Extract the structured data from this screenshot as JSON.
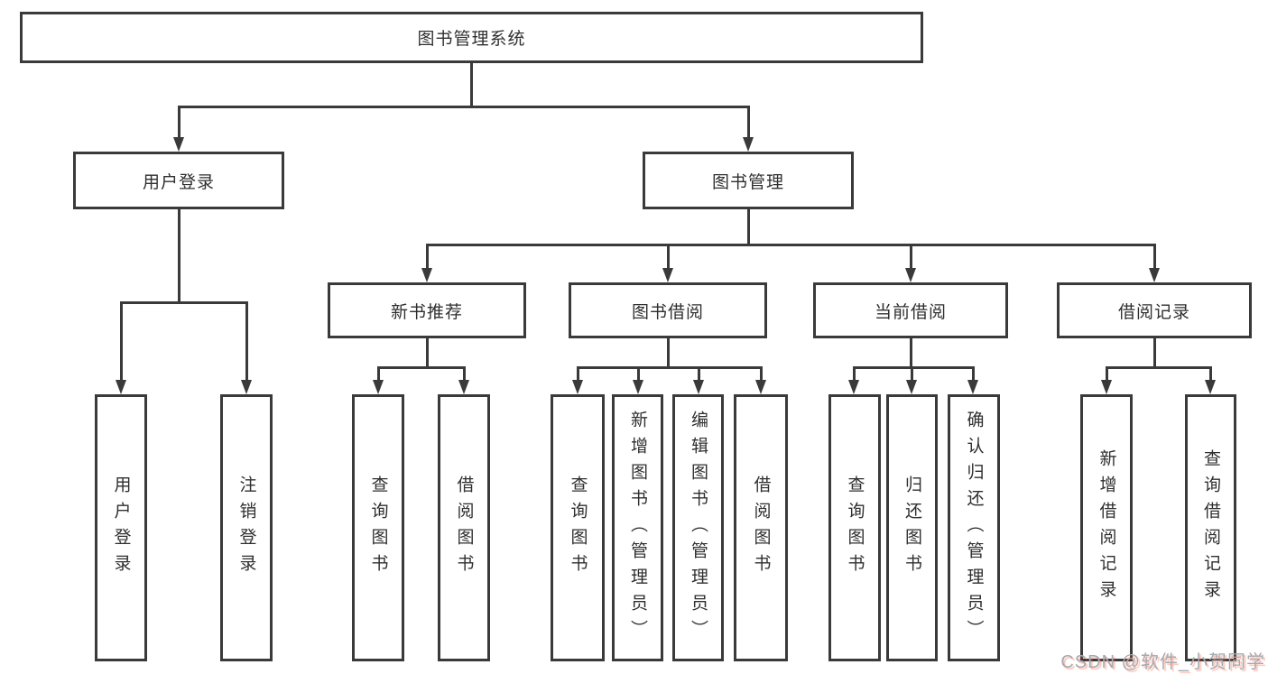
{
  "diagram": {
    "root": {
      "label": "图书管理系统"
    },
    "level2": {
      "user_login": {
        "label": "用户登录"
      },
      "book_mgmt": {
        "label": "图书管理"
      }
    },
    "level3": {
      "new_book_rec": {
        "label": "新书推荐"
      },
      "book_borrow": {
        "label": "图书借阅"
      },
      "current_borrow": {
        "label": "当前借阅"
      },
      "borrow_records": {
        "label": "借阅记录"
      }
    },
    "leaves": {
      "user_login": {
        "label": "用户登录"
      },
      "logout": {
        "label": "注销登录"
      },
      "rec_query_books": {
        "label": "查询图书"
      },
      "rec_borrow_books": {
        "label": "借阅图书"
      },
      "bb_query_books": {
        "label": "查询图书"
      },
      "bb_add_books": {
        "label": "新增图书（管理员）"
      },
      "bb_edit_books": {
        "label": "编辑图书（管理员）"
      },
      "bb_borrow_books": {
        "label": "借阅图书"
      },
      "cb_query_books": {
        "label": "查询图书"
      },
      "cb_return_books": {
        "label": "归还图书"
      },
      "cb_confirm_return": {
        "label": "确认归还（管理员）"
      },
      "br_add_record": {
        "label": "新增借阅记录"
      },
      "br_query_record": {
        "label": "查询借阅记录"
      }
    }
  },
  "watermark": {
    "text": "CSDN @软件_小贺同学"
  },
  "colors": {
    "line": "#3a3a3a",
    "text": "#2f2f2f",
    "background": "#ffffff",
    "watermark_gray": "#a6a9b0",
    "watermark_red": "#fc5531"
  }
}
